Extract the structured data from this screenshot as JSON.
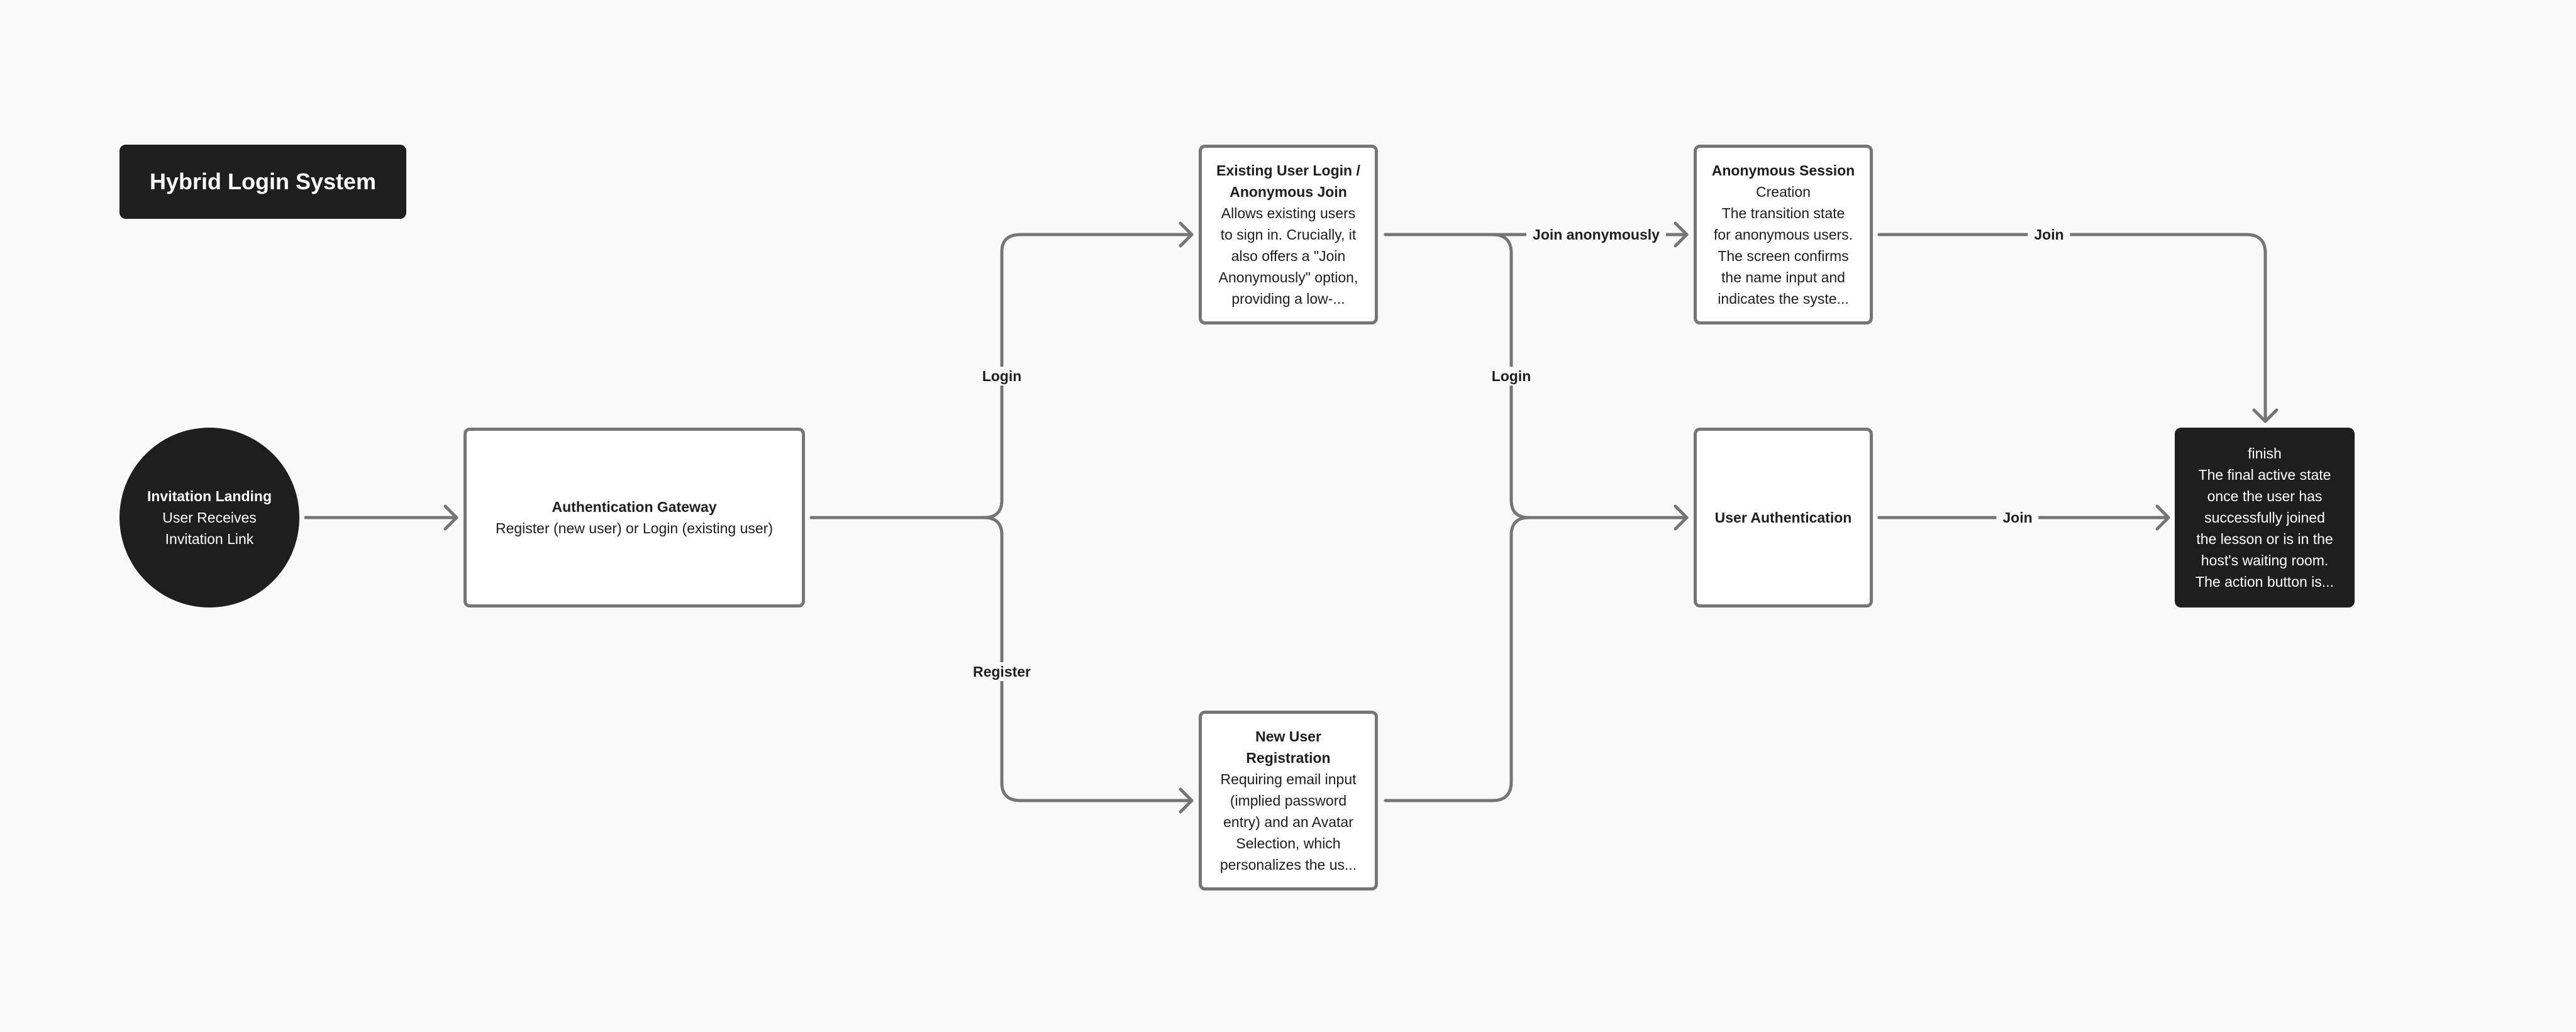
{
  "title": "Hybrid Login System",
  "nodes": {
    "invitation": {
      "title": "Invitation Landing",
      "body": [
        "User Receives",
        "Invitation Link"
      ]
    },
    "gateway": {
      "title": "Authentication Gateway",
      "body": [
        "Register (new user) or Login (existing user)"
      ]
    },
    "existing_login": {
      "title": [
        "Existing User Login /",
        "Anonymous Join"
      ],
      "body": [
        "Allows existing users",
        "to sign in. Crucially, it",
        "also offers a \"Join",
        "Anonymously\" option,",
        "providing a low-..."
      ]
    },
    "anonymous_session": {
      "title": [
        "Anonymous Session"
      ],
      "body": [
        "Creation",
        "The transition state",
        "for anonymous users.",
        "The screen confirms",
        "the name input and",
        "indicates the syste..."
      ]
    },
    "user_auth": {
      "title": "User Authentication"
    },
    "new_user": {
      "title": [
        "New User",
        "Registration"
      ],
      "body": [
        "Requiring email input",
        "(implied password",
        "entry) and an Avatar",
        "Selection, which",
        "personalizes the us..."
      ]
    },
    "finish": {
      "body": [
        "finish",
        "The final active state",
        "once the user has",
        "successfully joined",
        "the lesson or is in the",
        "host's waiting room.",
        "The action button is..."
      ]
    }
  },
  "edge_labels": {
    "login_upper": "Login",
    "register": "Register",
    "join_anonymously": "Join anonymously",
    "login_right": "Login",
    "join_top": "Join",
    "join_middle": "Join"
  },
  "colors": {
    "background": "#f9f9f9",
    "dark": "#1e1e1e",
    "stroke": "#757575",
    "box": "#ffffff"
  }
}
